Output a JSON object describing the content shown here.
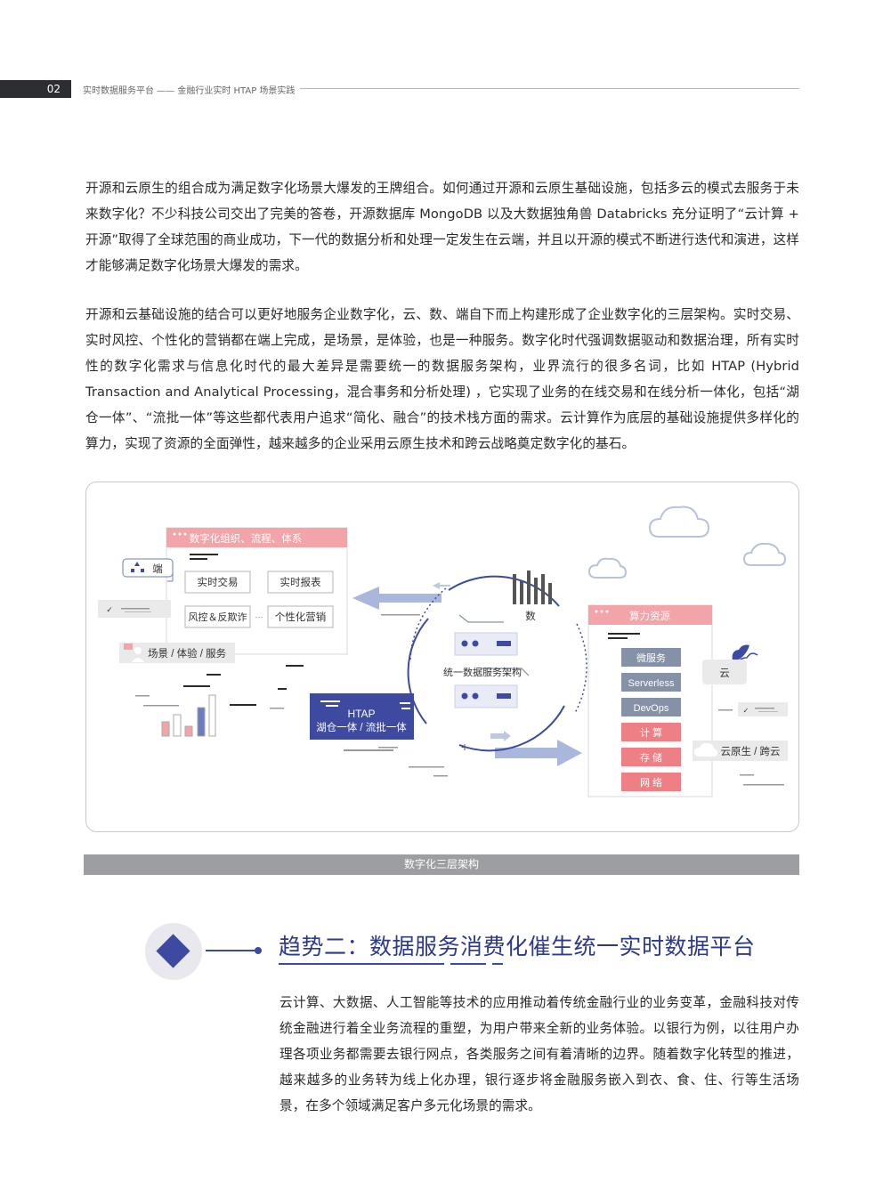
{
  "header": {
    "page_number": "02",
    "title": "实时数据服务平台 —— 金融行业实时 HTAP 场景实践"
  },
  "paragraphs": {
    "p1": "开源和云原生的组合成为满足数字化场景大爆发的王牌组合。如何通过开源和云原生基础设施，包括多云的模式去服务于未来数字化？不少科技公司交出了完美的答卷，开源数据库 MongoDB 以及大数据独角兽 Databricks 充分证明了“云计算 + 开源”取得了全球范围的商业成功，下一代的数据分析和处理一定发生在云端，并且以开源的模式不断进行迭代和演进，这样才能够满足数字化场景大爆发的需求。",
    "p2": "开源和云基础设施的结合可以更好地服务企业数字化，云、数、端自下而上构建形成了企业数字化的三层架构。实时交易、实时风控、个性化的营销都在端上完成，是场景，是体验，也是一种服务。数字化时代强调数据驱动和数据治理，所有实时性的数字化需求与信息化时代的最大差异是需要统一的数据服务架构，业界流行的很多名词，比如 HTAP (Hybrid Transaction and Analytical Processing，混合事务和分析处理) ，它实现了业务的在线交易和在线分析一体化，包括“湖仓一体”、“流批一体”等这些都代表用户追求“简化、融合”的技术栈方面的需求。云计算作为底层的基础设施提供多样化的算力，实现了资源的全面弹性，越来越多的企业采用云原生技术和跨云战略奠定数字化的基石。",
    "p3": "云计算、大数据、人工智能等技术的应用推动着传统金融行业的业务变革，金融科技对传统金融进行着全业务流程的重塑，为用户带来全新的业务体验。以银行为例，以往用户办理各项业务都需要去银行网点，各类服务之间有着清晰的边界。随着数字化转型的推进，越来越多的业务转为线上化办理，银行逐步将金融服务嵌入到衣、食、住、行等生活场景，在多个领域满足客户多元化场景的需求。"
  },
  "diagram": {
    "left_panel_title": "数字化组织、流程、体系",
    "duan_label": "端",
    "buttons": [
      "实时交易",
      "实时报表",
      "风控＆反欺诈",
      "个性化营销"
    ],
    "ellipsis": "···",
    "scene_label": "场景 / 体验 / 服务",
    "htap_title": "HTAP",
    "htap_subtitle": "湖仓一体 / 流批一体",
    "shu_label": "数",
    "center_label": "统一数据服务架构",
    "plus": "+",
    "right_panel_title": "算力资源",
    "services_blue": [
      "微服务",
      "Serverless",
      "DevOps"
    ],
    "services_red": [
      "计 算",
      "存 储",
      "网 络"
    ],
    "yun_label": "云",
    "cloud_native_label": "云原生 / 跨云",
    "colors": {
      "accent_red": "#ee7f85",
      "panel_header": "#f3a4a8",
      "navy": "#3e4aa0",
      "slate": "#8491a6",
      "arrow_blue": "#aab7dc"
    }
  },
  "caption": "数字化三层架构",
  "section": {
    "title": "趋势二：数据服务消费化催生统一实时数据平台"
  }
}
